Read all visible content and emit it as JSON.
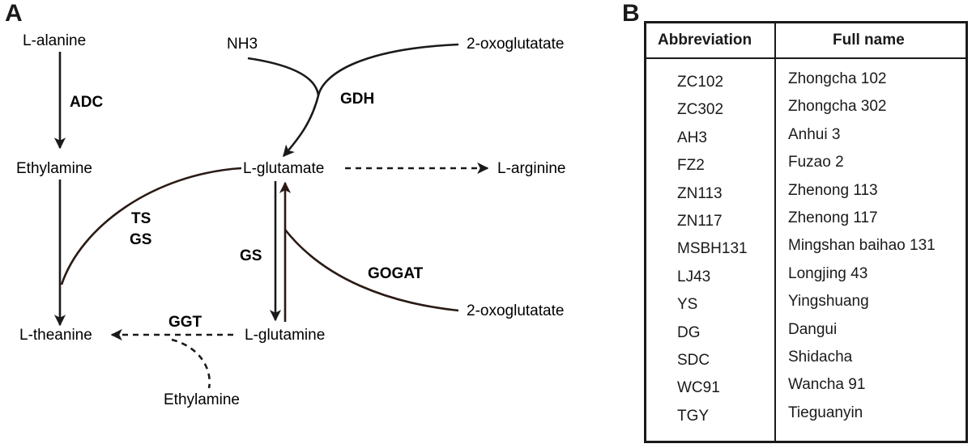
{
  "panel_a": {
    "label": "A",
    "nodes": {
      "alanine": "L-alanine",
      "nh3": "NH3",
      "oxo_top": "2-oxoglutatate",
      "ethylamine_mid": "Ethylamine",
      "glutamate": "L-glutamate",
      "arginine": "L-arginine",
      "theanine": "L-theanine",
      "glutamine": "L-glutamine",
      "oxo_bottom": "2-oxoglutatate",
      "ethylamine_bottom": "Ethylamine"
    },
    "enzymes": {
      "adc": "ADC",
      "gdh": "GDH",
      "ts": "TS",
      "gs_left": "GS",
      "gs_mid": "GS",
      "gogat": "GOGAT",
      "ggt": "GGT"
    }
  },
  "panel_b": {
    "label": "B",
    "headers": {
      "abbreviation": "Abbreviation",
      "full_name": "Full name"
    },
    "rows": [
      {
        "abbr": "ZC102",
        "full": "Zhongcha 102"
      },
      {
        "abbr": "ZC302",
        "full": "Zhongcha 302"
      },
      {
        "abbr": "AH3",
        "full": "Anhui 3"
      },
      {
        "abbr": "FZ2",
        "full": "Fuzao 2"
      },
      {
        "abbr": "ZN113",
        "full": "Zhenong 113"
      },
      {
        "abbr": "ZN117",
        "full": "Zhenong 117"
      },
      {
        "abbr": "MSBH131",
        "full": "Mingshan baihao 131"
      },
      {
        "abbr": "LJ43",
        "full": "Longjing 43"
      },
      {
        "abbr": "YS",
        "full": "Yingshuang"
      },
      {
        "abbr": "DG",
        "full": "Dangui"
      },
      {
        "abbr": "SDC",
        "full": "Shidacha"
      },
      {
        "abbr": "WC91",
        "full": "Wancha 91"
      },
      {
        "abbr": "TGY",
        "full": "Tieguanyin"
      }
    ]
  }
}
